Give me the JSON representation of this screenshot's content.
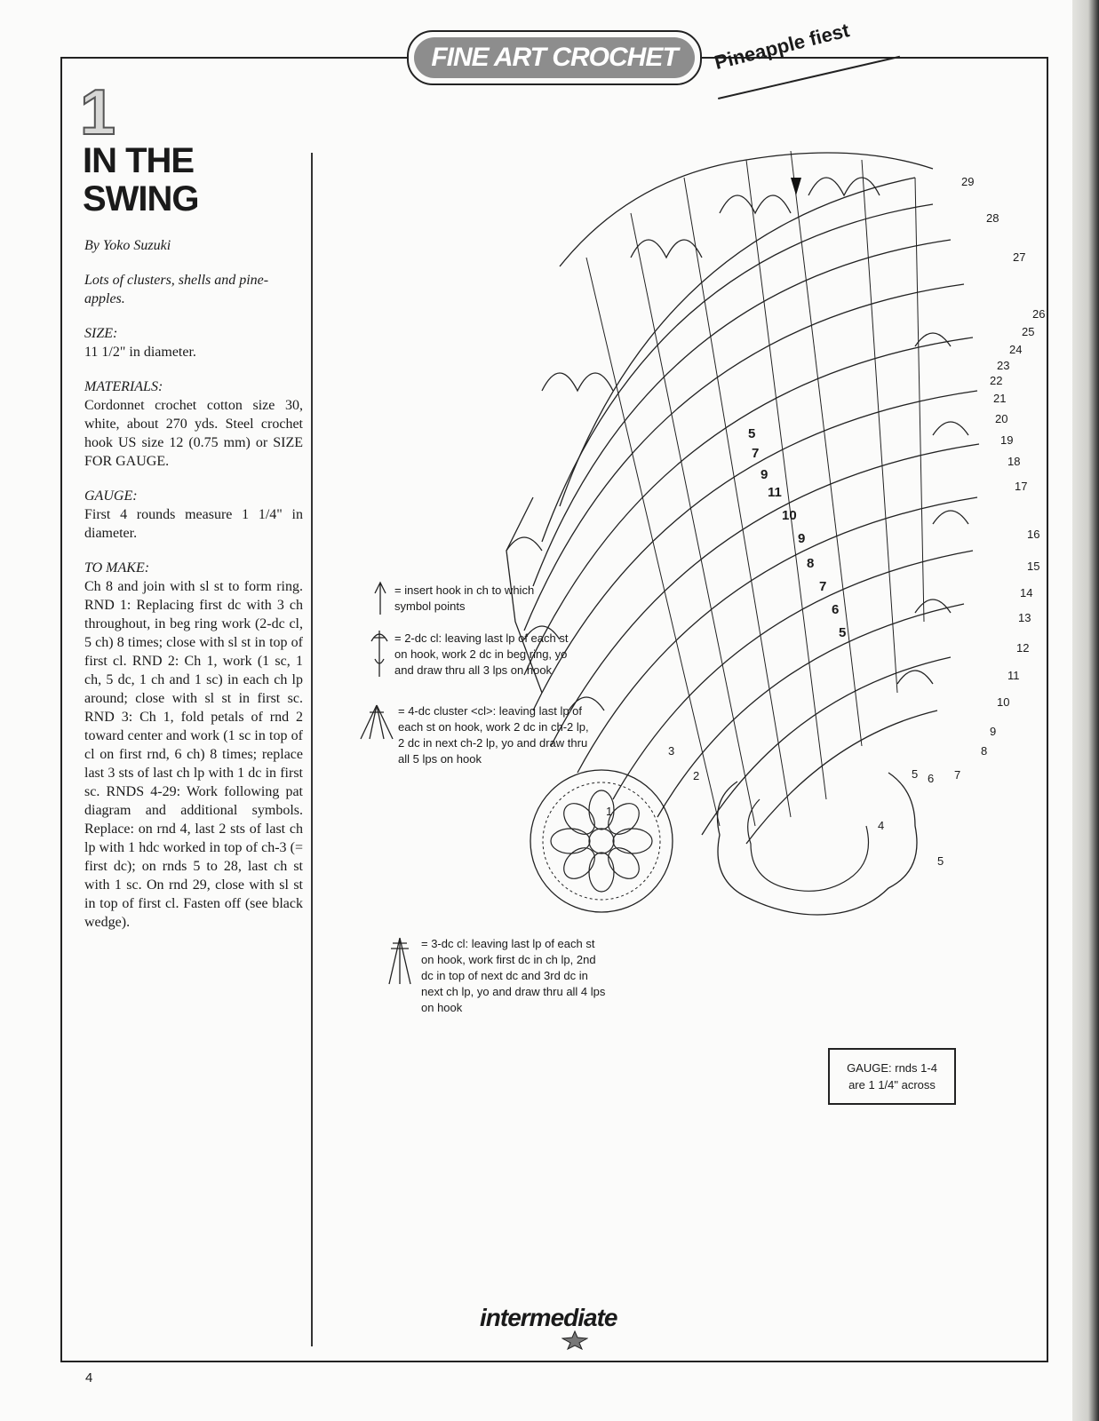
{
  "header": {
    "brand": "FINE ART CROCHET",
    "subtitle": "Pineapple fiest"
  },
  "pattern": {
    "number": "1",
    "title_line1": "IN THE",
    "title_line2": "SWING",
    "byline": "By Yoko Suzuki",
    "intro": "Lots of clusters, shells and pine-apples.",
    "size_heading": "SIZE:",
    "size_text": "11 1/2\" in diameter.",
    "materials_heading": "MATERIALS:",
    "materials_text": "Cordonnet crochet cotton size 30, white, about 270 yds. Steel crochet hook US size 12 (0.75 mm) or SIZE FOR GAUGE.",
    "gauge_heading": "GAUGE:",
    "gauge_text": "First 4 rounds measure 1 1/4\" in diameter.",
    "to_make_heading": "TO MAKE:",
    "to_make_text": "Ch 8 and join with sl st to form ring. RND 1: Replacing first dc with 3 ch throughout, in beg ring work (2-dc cl, 5 ch) 8 times; close with sl st in top of first cl. RND 2: Ch 1, work (1 sc, 1 ch, 5 dc, 1 ch and 1 sc) in each ch lp around; close with sl st in first sc. RND 3: Ch 1, fold petals of rnd 2 toward center and work (1 sc in top of cl on first rnd, 6 ch) 8 times; replace last 3 sts of last ch lp with 1 dc in first sc. RNDS 4-29: Work following pat diagram and additional symbols. Replace: on rnd 4, last 2 sts of last ch lp with 1 hdc worked in top of ch-3 (= first dc); on rnds 5 to 28, last ch st with 1 sc. On rnd 29, close with sl st in top of first cl. Fasten off (see black wedge)."
  },
  "diagram": {
    "round_labels": [
      "29",
      "28",
      "27",
      "26",
      "25",
      "24",
      "23",
      "22",
      "21",
      "20",
      "19",
      "18",
      "17",
      "16",
      "15",
      "14",
      "13",
      "12",
      "11",
      "10",
      "9",
      "8",
      "7",
      "6",
      "5",
      "5",
      "4"
    ],
    "inner_labels": [
      "5",
      "7",
      "9",
      "11",
      "10",
      "9",
      "8",
      "7",
      "6",
      "5"
    ],
    "motif_labels": [
      "3",
      "2",
      "1"
    ]
  },
  "legend": {
    "hook_symbol": "= insert hook in ch to which symbol points",
    "two_dc_cl": "= 2-dc cl: leaving last lp of each st on hook, work 2 dc in beg ring, yo and draw thru all 3 lps on hook",
    "four_dc_cluster": "= 4-dc cluster <cl>: leaving last lp of each st on hook, work 2 dc in ch-2 lp, 2 dc in next ch-2 lp, yo and draw thru all 5 lps on hook",
    "three_dc_cl": "= 3-dc cl: leaving last lp of each st on hook, work first dc in ch lp, 2nd dc in top of next dc and 3rd dc in next ch lp, yo and draw thru all 4 lps on hook"
  },
  "gauge_box": {
    "line1": "GAUGE: rnds 1-4",
    "line2": "are 1 1/4\" across"
  },
  "footer": {
    "level": "intermediate",
    "page_number": "4"
  }
}
